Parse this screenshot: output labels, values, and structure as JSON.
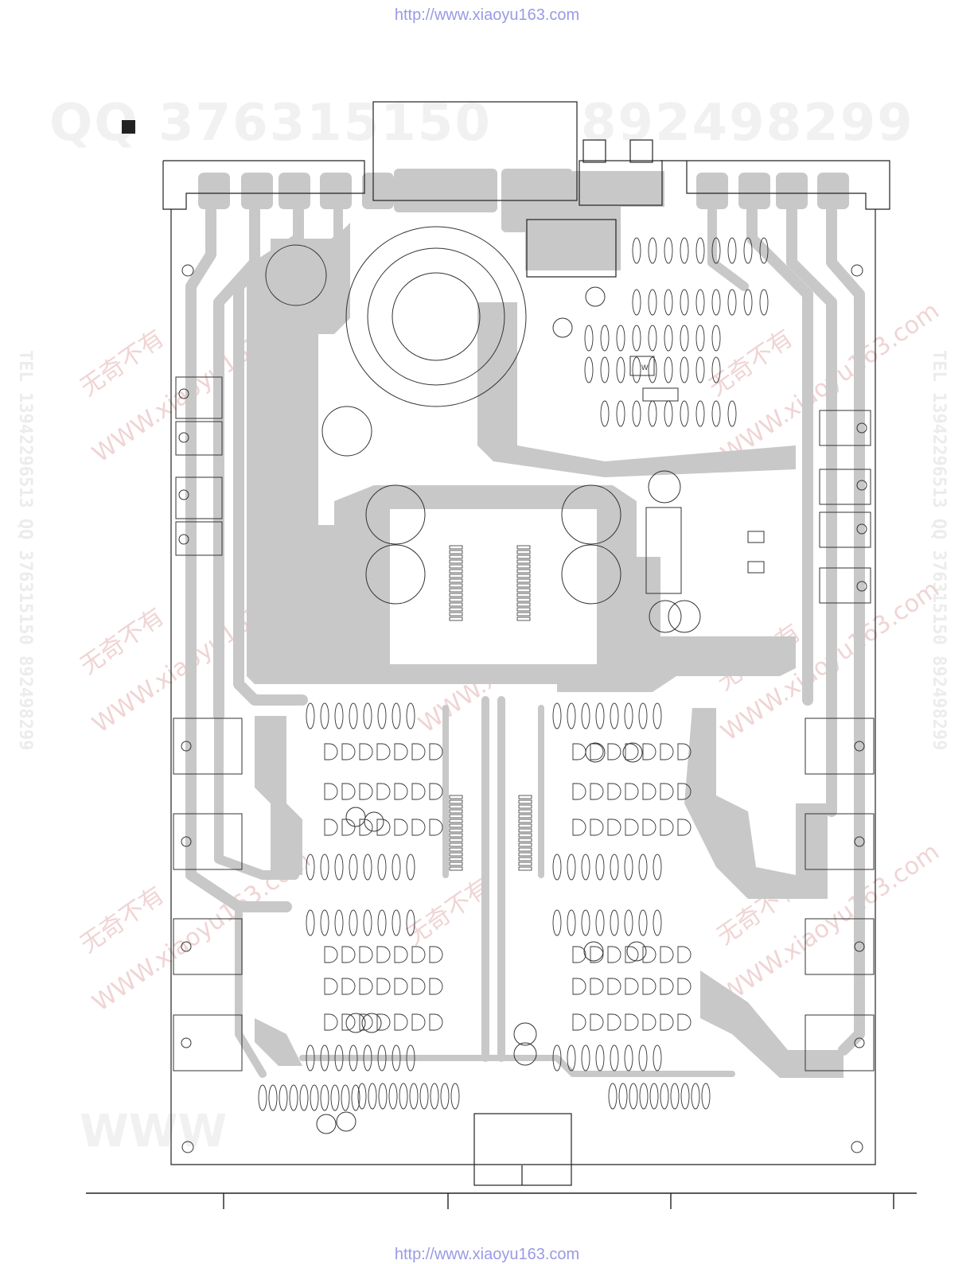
{
  "header": {
    "url": "http://www.xiaoyu163.com"
  },
  "footer": {
    "url": "http://www.xiaoyu163.com"
  },
  "watermarks": {
    "qq_left": "QQ 376315150",
    "qq_right": "892498299",
    "site": "WWW.xiaoyu163.com",
    "slogan": "无奇不有",
    "tel": "TEL 13942296513 QQ 376315150 892498299",
    "big_bottom": "WWW"
  },
  "board": {
    "trace_color": "#c8c8c8",
    "outline_color": "#222222",
    "component_labels": {
      "trimmer": "W"
    }
  }
}
